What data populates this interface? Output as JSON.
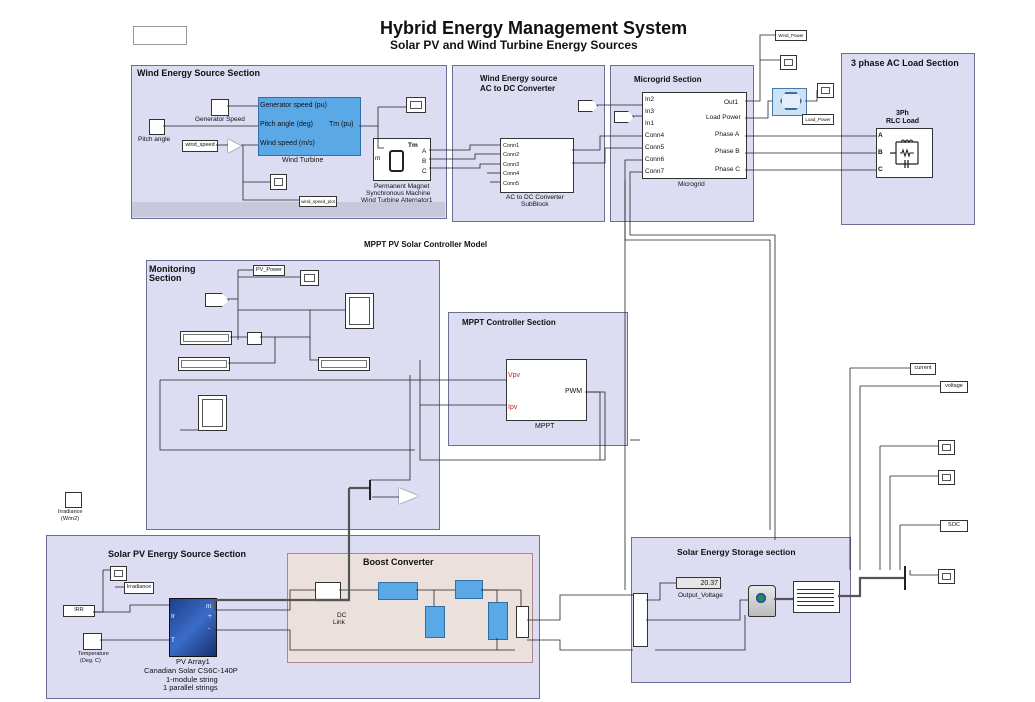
{
  "header": {
    "title": "Hybrid Energy Management System",
    "subtitle": "Solar PV and Wind Turbine Energy Sources",
    "mppt_model_title": "MPPT PV Solar Controller Model"
  },
  "wind_section": {
    "title": "Wind  Energy Source Section",
    "generator_speed_block": "Generator Speed",
    "pitch_angle_block": "Pitch angle",
    "wind_speed_block": "wind_speed",
    "wind_speed_plot": "wind_speed_plot",
    "turbine": {
      "port_generator_speed": "Generator speed (pu)",
      "port_pitch_angle": "Pitch angle (deg)",
      "port_wind_speed": "Wind speed (m/s)",
      "port_tm": "Tm (pu)",
      "name": "Wind Turbine"
    },
    "machine": {
      "name_line1": "Permanent Magnet",
      "name_line2": "Synchronous Machine",
      "name_line3": "Wind Turbine Alternator1",
      "port_tm": "Tm",
      "port_m": "m",
      "port_a": "A",
      "port_b": "B",
      "port_c": "C"
    }
  },
  "wind_converter": {
    "title_line1": "Wind Energy source",
    "title_line2": "AC to DC Converter",
    "ports": [
      "Conn1",
      "Conn2",
      "Conn3",
      "Conn4",
      "Conn5"
    ],
    "caption_line1": "AC to DC Converter",
    "caption_line2": "SubBlock"
  },
  "microgrid": {
    "title": "Microgrid Section",
    "in_ports": [
      "In2",
      "In3",
      "In1",
      "Conn4",
      "Conn5",
      "Conn6",
      "Conn7"
    ],
    "out_ports": [
      "Out1",
      "Load Power",
      "Phase A",
      "Phase B",
      "Phase C"
    ],
    "caption": "Microgrid",
    "wind_power_tag": "Wind_Power",
    "load_power_tag": "Load_Power"
  },
  "ac_load": {
    "title": "3 phase AC Load Section",
    "block_line1": "3Ph",
    "block_line2": "RLC Load",
    "port_a": "A",
    "port_b": "B",
    "port_c": "C"
  },
  "monitoring": {
    "title_line1": "Monitoring",
    "title_line2": "Section",
    "pv_power_tag": "PV_Power"
  },
  "mppt": {
    "title": "MPPT Controller Section",
    "port_vpv": "Vpv",
    "port_ipv": "Ipv",
    "port_pwm": "PWM",
    "caption": "MPPT"
  },
  "solar_section": {
    "title": "Solar PV Energy Source Section",
    "irradiance_block_line1": "Irradiance",
    "irradiance_block_line2": "(W/m2)",
    "irradiance_tag": "Irradiance",
    "irr_tag": "IRR",
    "temperature_line1": "Temperature",
    "temperature_line2": "(Deg. C)",
    "array_name": "PV Array1",
    "array_model": "Canadian Solar CS6C-140P",
    "array_strings1": "1-module string",
    "array_strings2": "1 parallel strings",
    "port_m": "m",
    "port_plus": "+",
    "port_minus": "-",
    "port_ir": "Ir",
    "port_t": "T"
  },
  "boost": {
    "title": "Boost Converter",
    "dc_link_line1": "DC",
    "dc_link_line2": "Link"
  },
  "storage": {
    "title": "Solar Energy Storage section",
    "display_value": "20.37",
    "display_caption": "Output_Voltage"
  },
  "output_tags": {
    "current": "current",
    "voltage": "voltage",
    "soc": "SOC"
  },
  "colors": {
    "area_fill": "#dcdcf3",
    "area_border": "#6e6e95",
    "boost_fill": "#ece0dc",
    "block_blue": "#5ba8e6",
    "port_red": "#cc2222"
  }
}
